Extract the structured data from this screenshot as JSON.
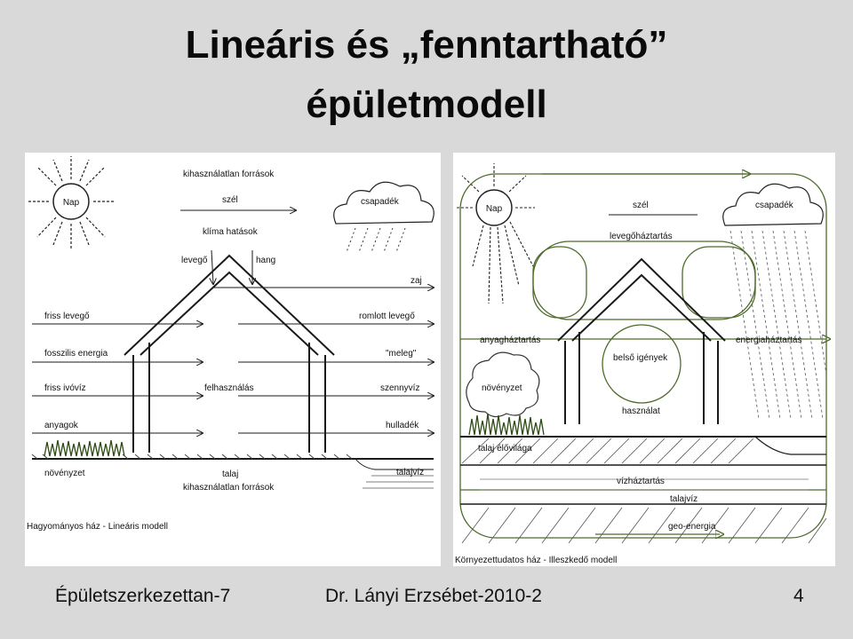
{
  "slide": {
    "title_line1": "Lineáris és „fenntartható”",
    "title_line2": "épületmodell",
    "footer_left": "Épületszerkezettan-7",
    "footer_center": "Dr. Lányi Erzsébet-2010-2",
    "page_number": "4"
  },
  "left_diagram": {
    "sun": "Nap",
    "unused_sources_top": "kihasználatlan források",
    "wind": "szél",
    "precipitation": "csapadék",
    "climate": "klíma hatások",
    "air": "levegő",
    "sound": "hang",
    "noise": "zaj",
    "fresh_air": "friss levegő",
    "spoiled_air": "romlott levegő",
    "fossil_energy": "fosszilis energia",
    "heat": "\"meleg\"",
    "fresh_water": "friss ivóvíz",
    "usage": "felhasználás",
    "sewage": "szennyvíz",
    "materials": "anyagok",
    "waste": "hulladék",
    "vegetation": "növényzet",
    "soil": "talaj",
    "groundwater": "talajvíz",
    "unused_sources_bottom": "kihasználatlan források",
    "caption": "Hagyományos ház - Lineáris modell"
  },
  "right_diagram": {
    "sun": "Nap",
    "wind": "szél",
    "precipitation": "csapadék",
    "air_balance": "levegőháztartás",
    "material_balance": "anyagháztartás",
    "energy_balance": "energiaháztartás",
    "inner_needs": "belső igények",
    "vegetation": "növényzet",
    "usage": "használat",
    "soil_life": "talaj élővilága",
    "water_balance": "vízháztartás",
    "groundwater": "talajvíz",
    "geothermal": "geo-energia",
    "caption": "Környezettudatos ház - Illeszkedő modell"
  },
  "colors": {
    "background": "#d9d9d9",
    "panel": "#ffffff",
    "line": "#1a1a1a",
    "cycle_green": "#4f6b2a"
  }
}
